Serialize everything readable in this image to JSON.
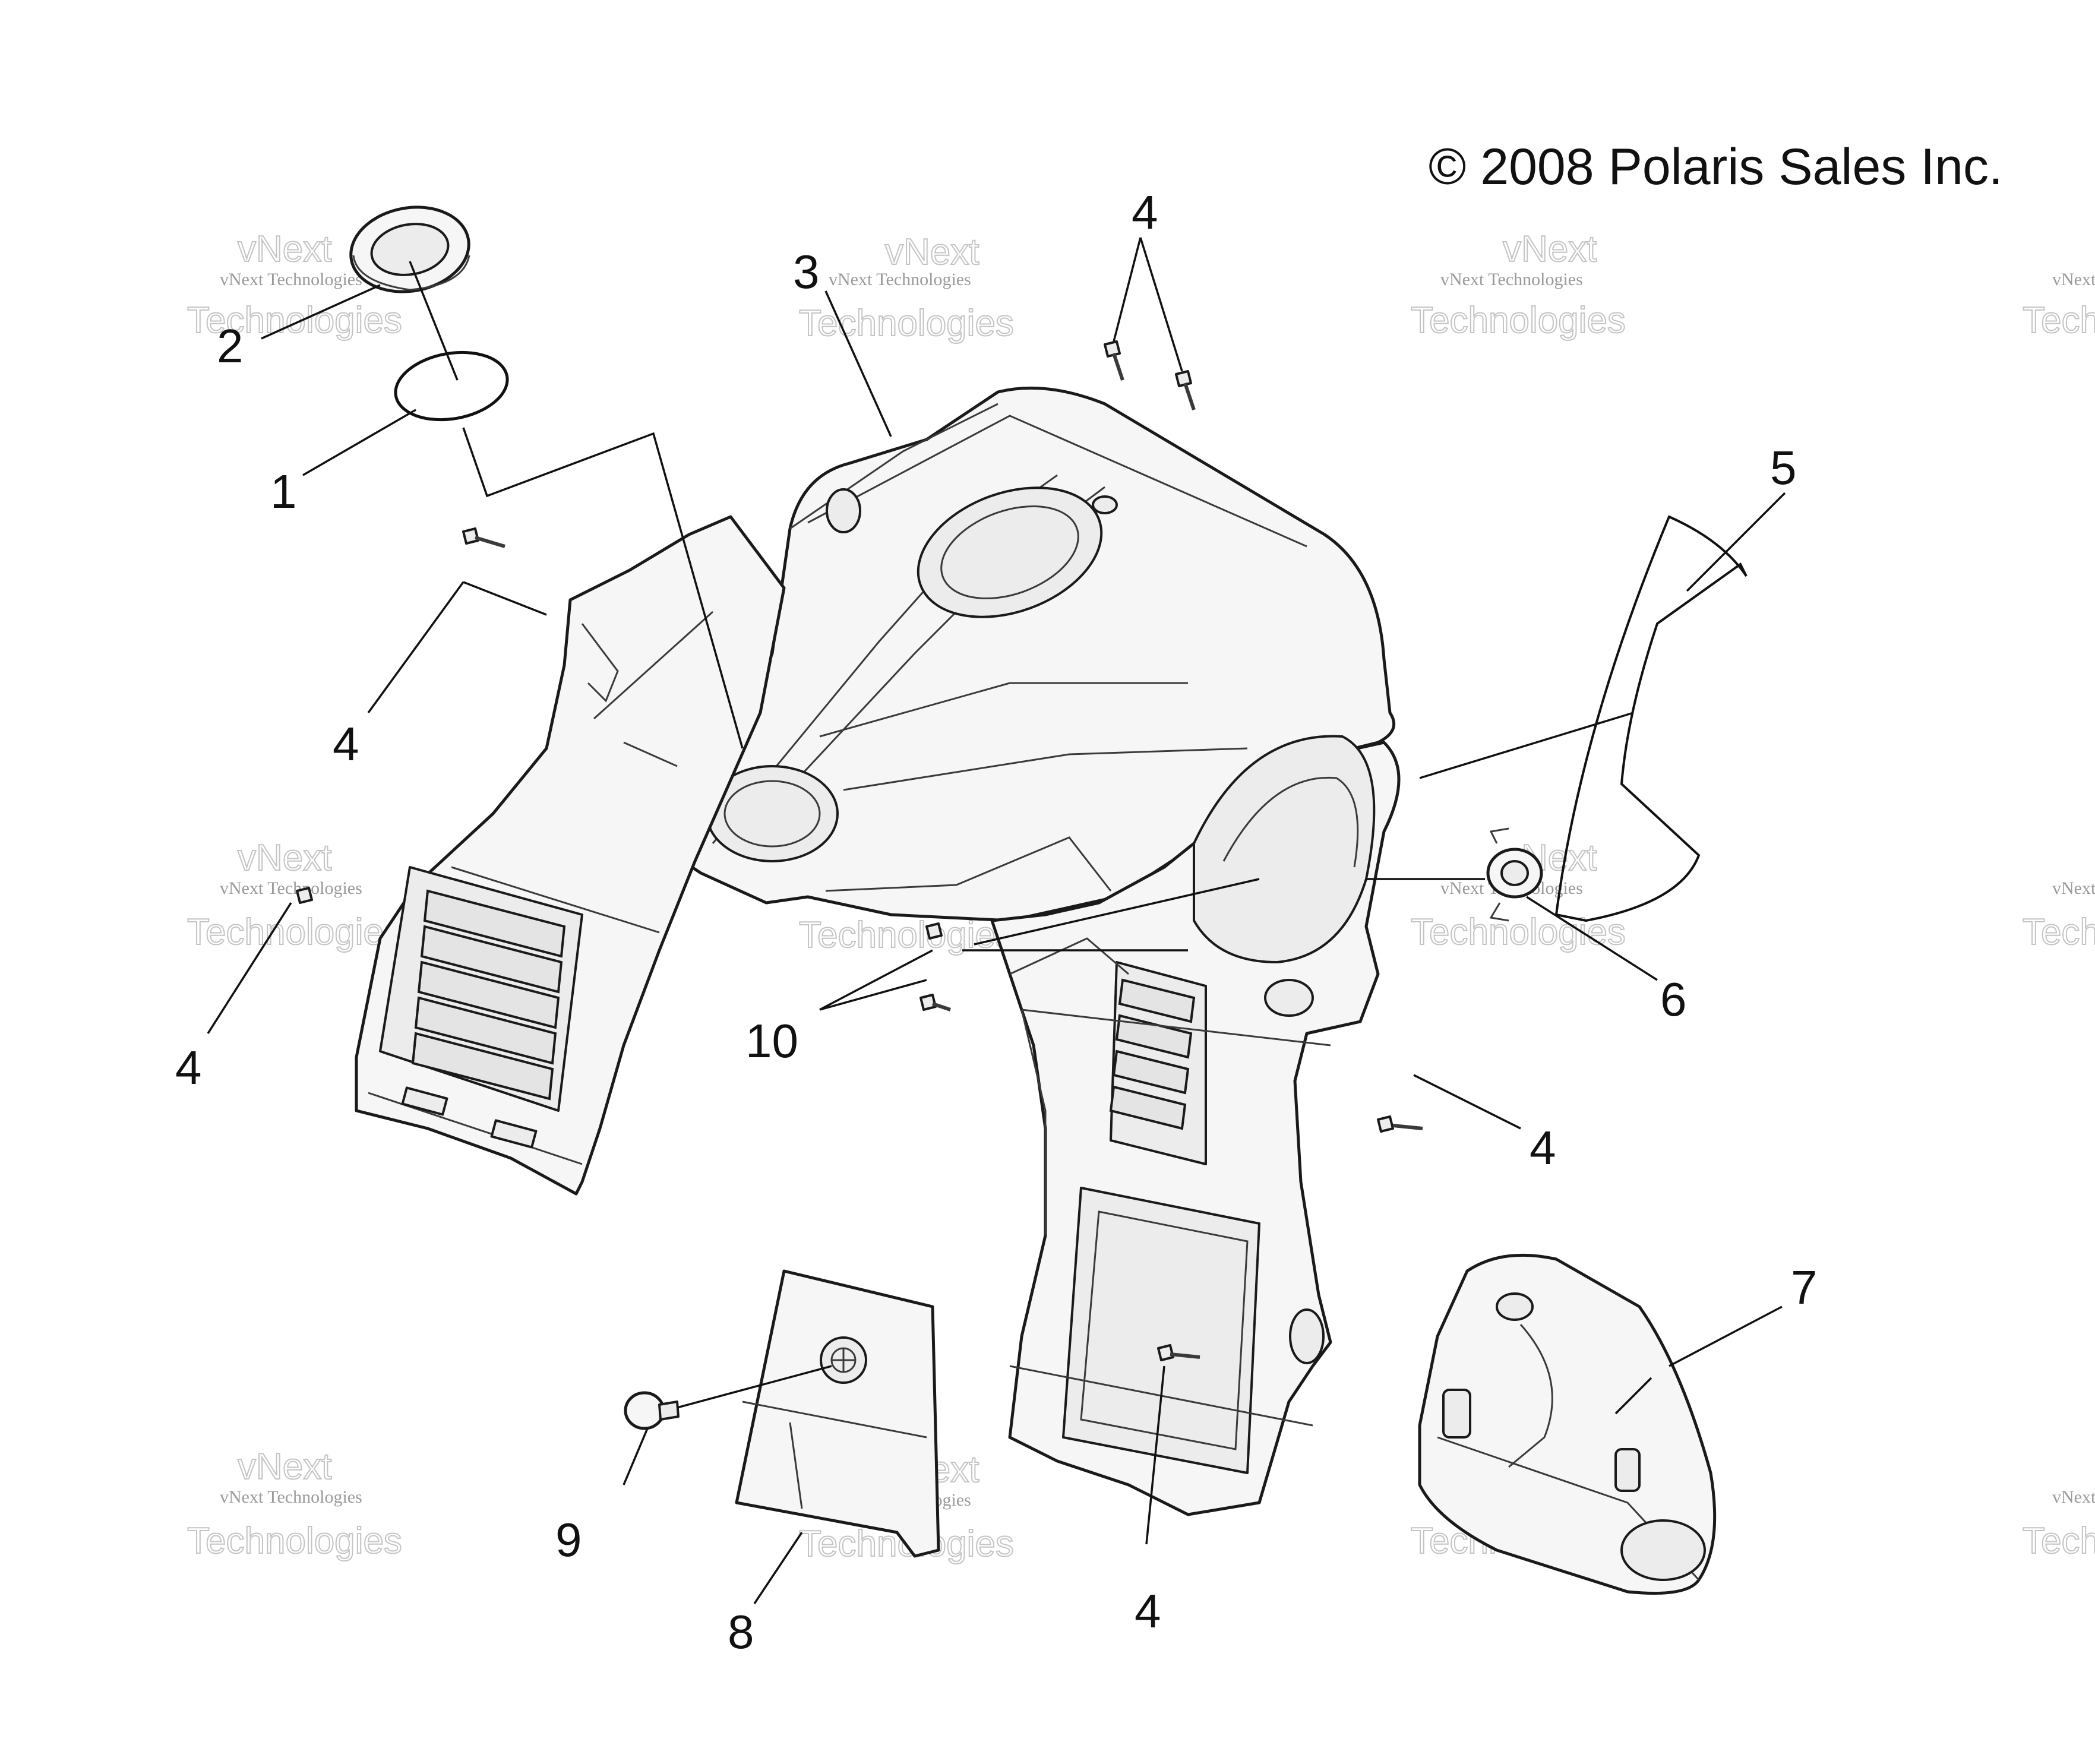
{
  "copyright": "© 2008 Polaris Sales Inc.",
  "watermark": {
    "line1": "vNext Technologies",
    "line2": "vNext",
    "line3": "Technologies"
  },
  "callouts": {
    "c1": "1",
    "c2": "2",
    "c3": "3",
    "c4": "4",
    "c5": "5",
    "c6": "6",
    "c7": "7",
    "c8": "8",
    "c9": "9",
    "c10": "10"
  },
  "colors": {
    "line": "#1a1a1a",
    "fill": "#f6f6f6",
    "watermark": "#c4c4c4"
  }
}
